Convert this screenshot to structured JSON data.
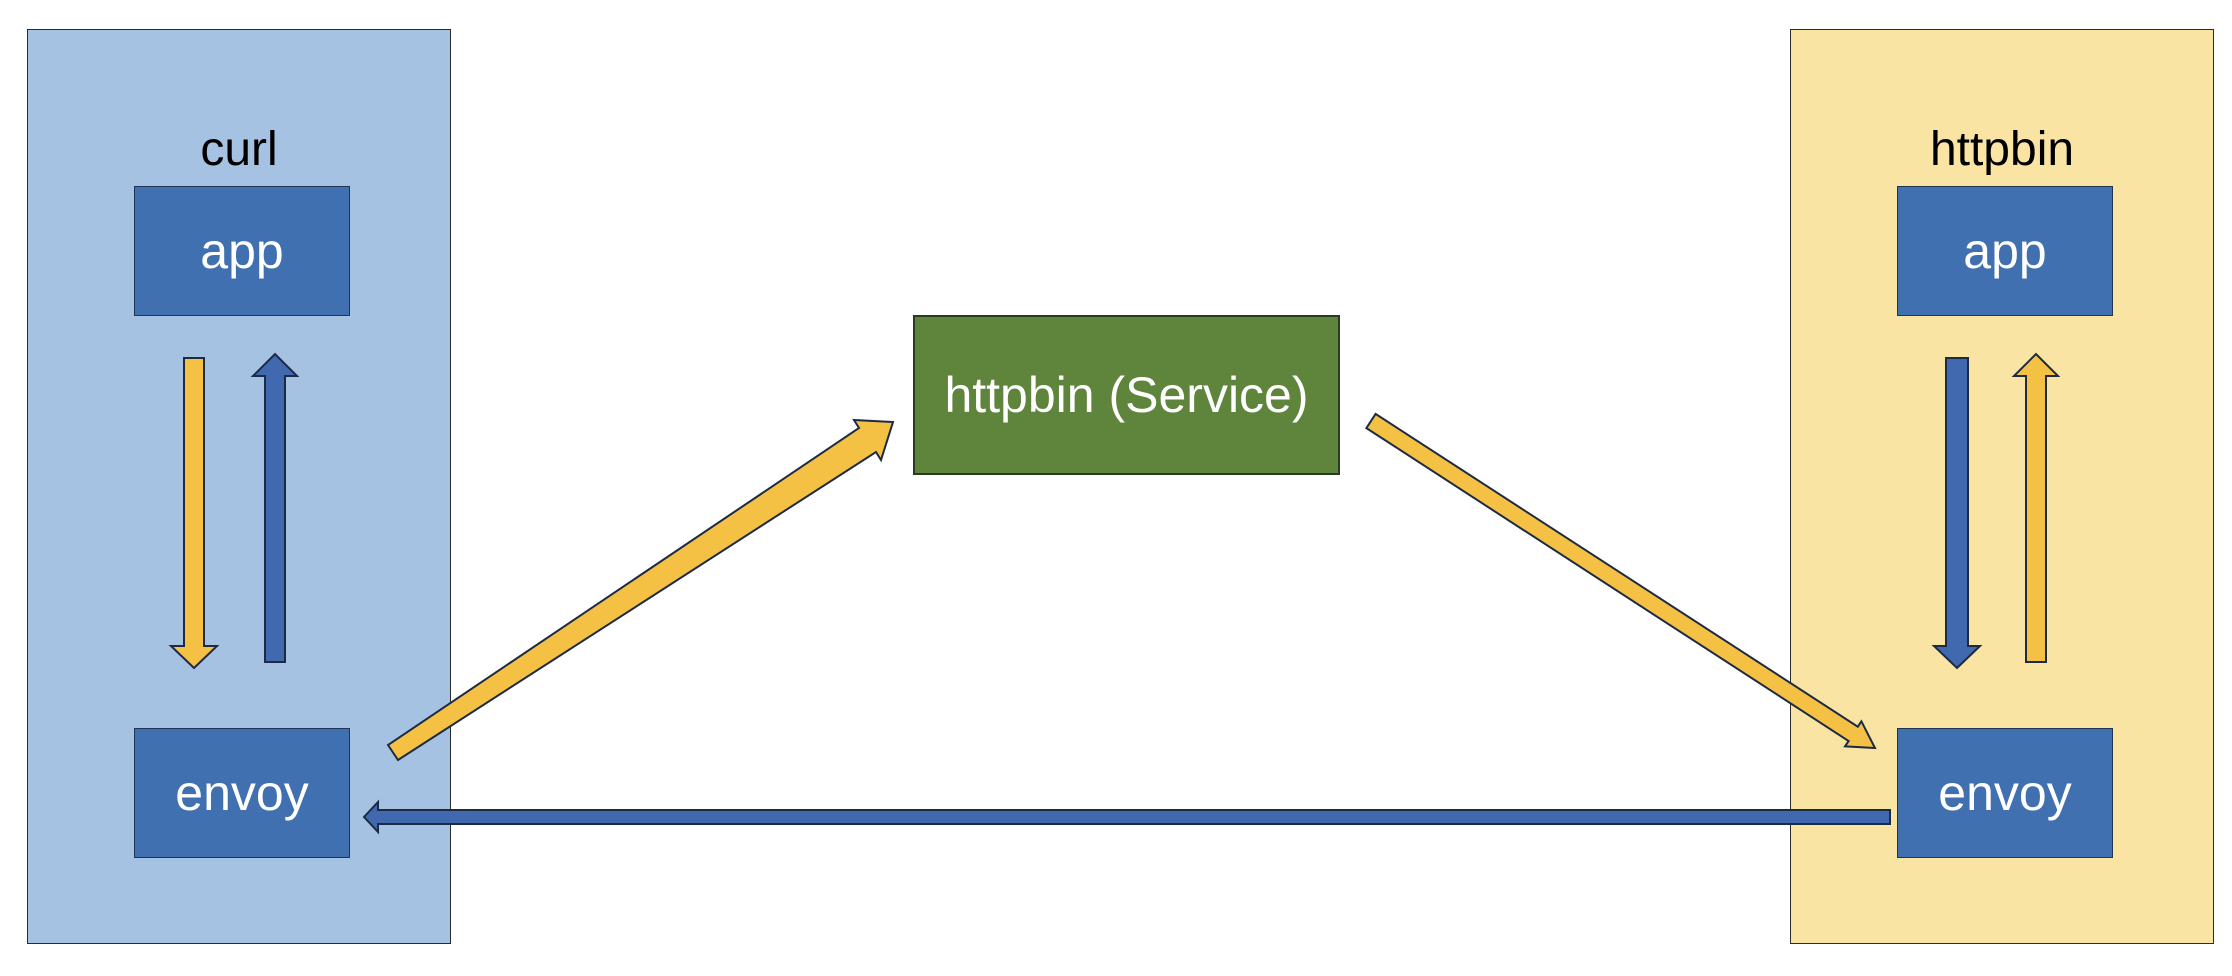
{
  "colors": {
    "curl_pod_fill": "#a6c2e2",
    "httpbin_pod_fill": "#f9e4a3",
    "box_blue": "#4170b0",
    "service_green": "#5f853d",
    "arrow_yellow": "#f4c145",
    "arrow_blue": "#4169b0",
    "arrow_outline": "#1d2a44"
  },
  "pods": {
    "curl": {
      "title": "curl",
      "app_label": "app",
      "envoy_label": "envoy"
    },
    "httpbin": {
      "title": "httpbin",
      "app_label": "app",
      "envoy_label": "envoy"
    }
  },
  "service": {
    "label": "httpbin (Service)"
  }
}
